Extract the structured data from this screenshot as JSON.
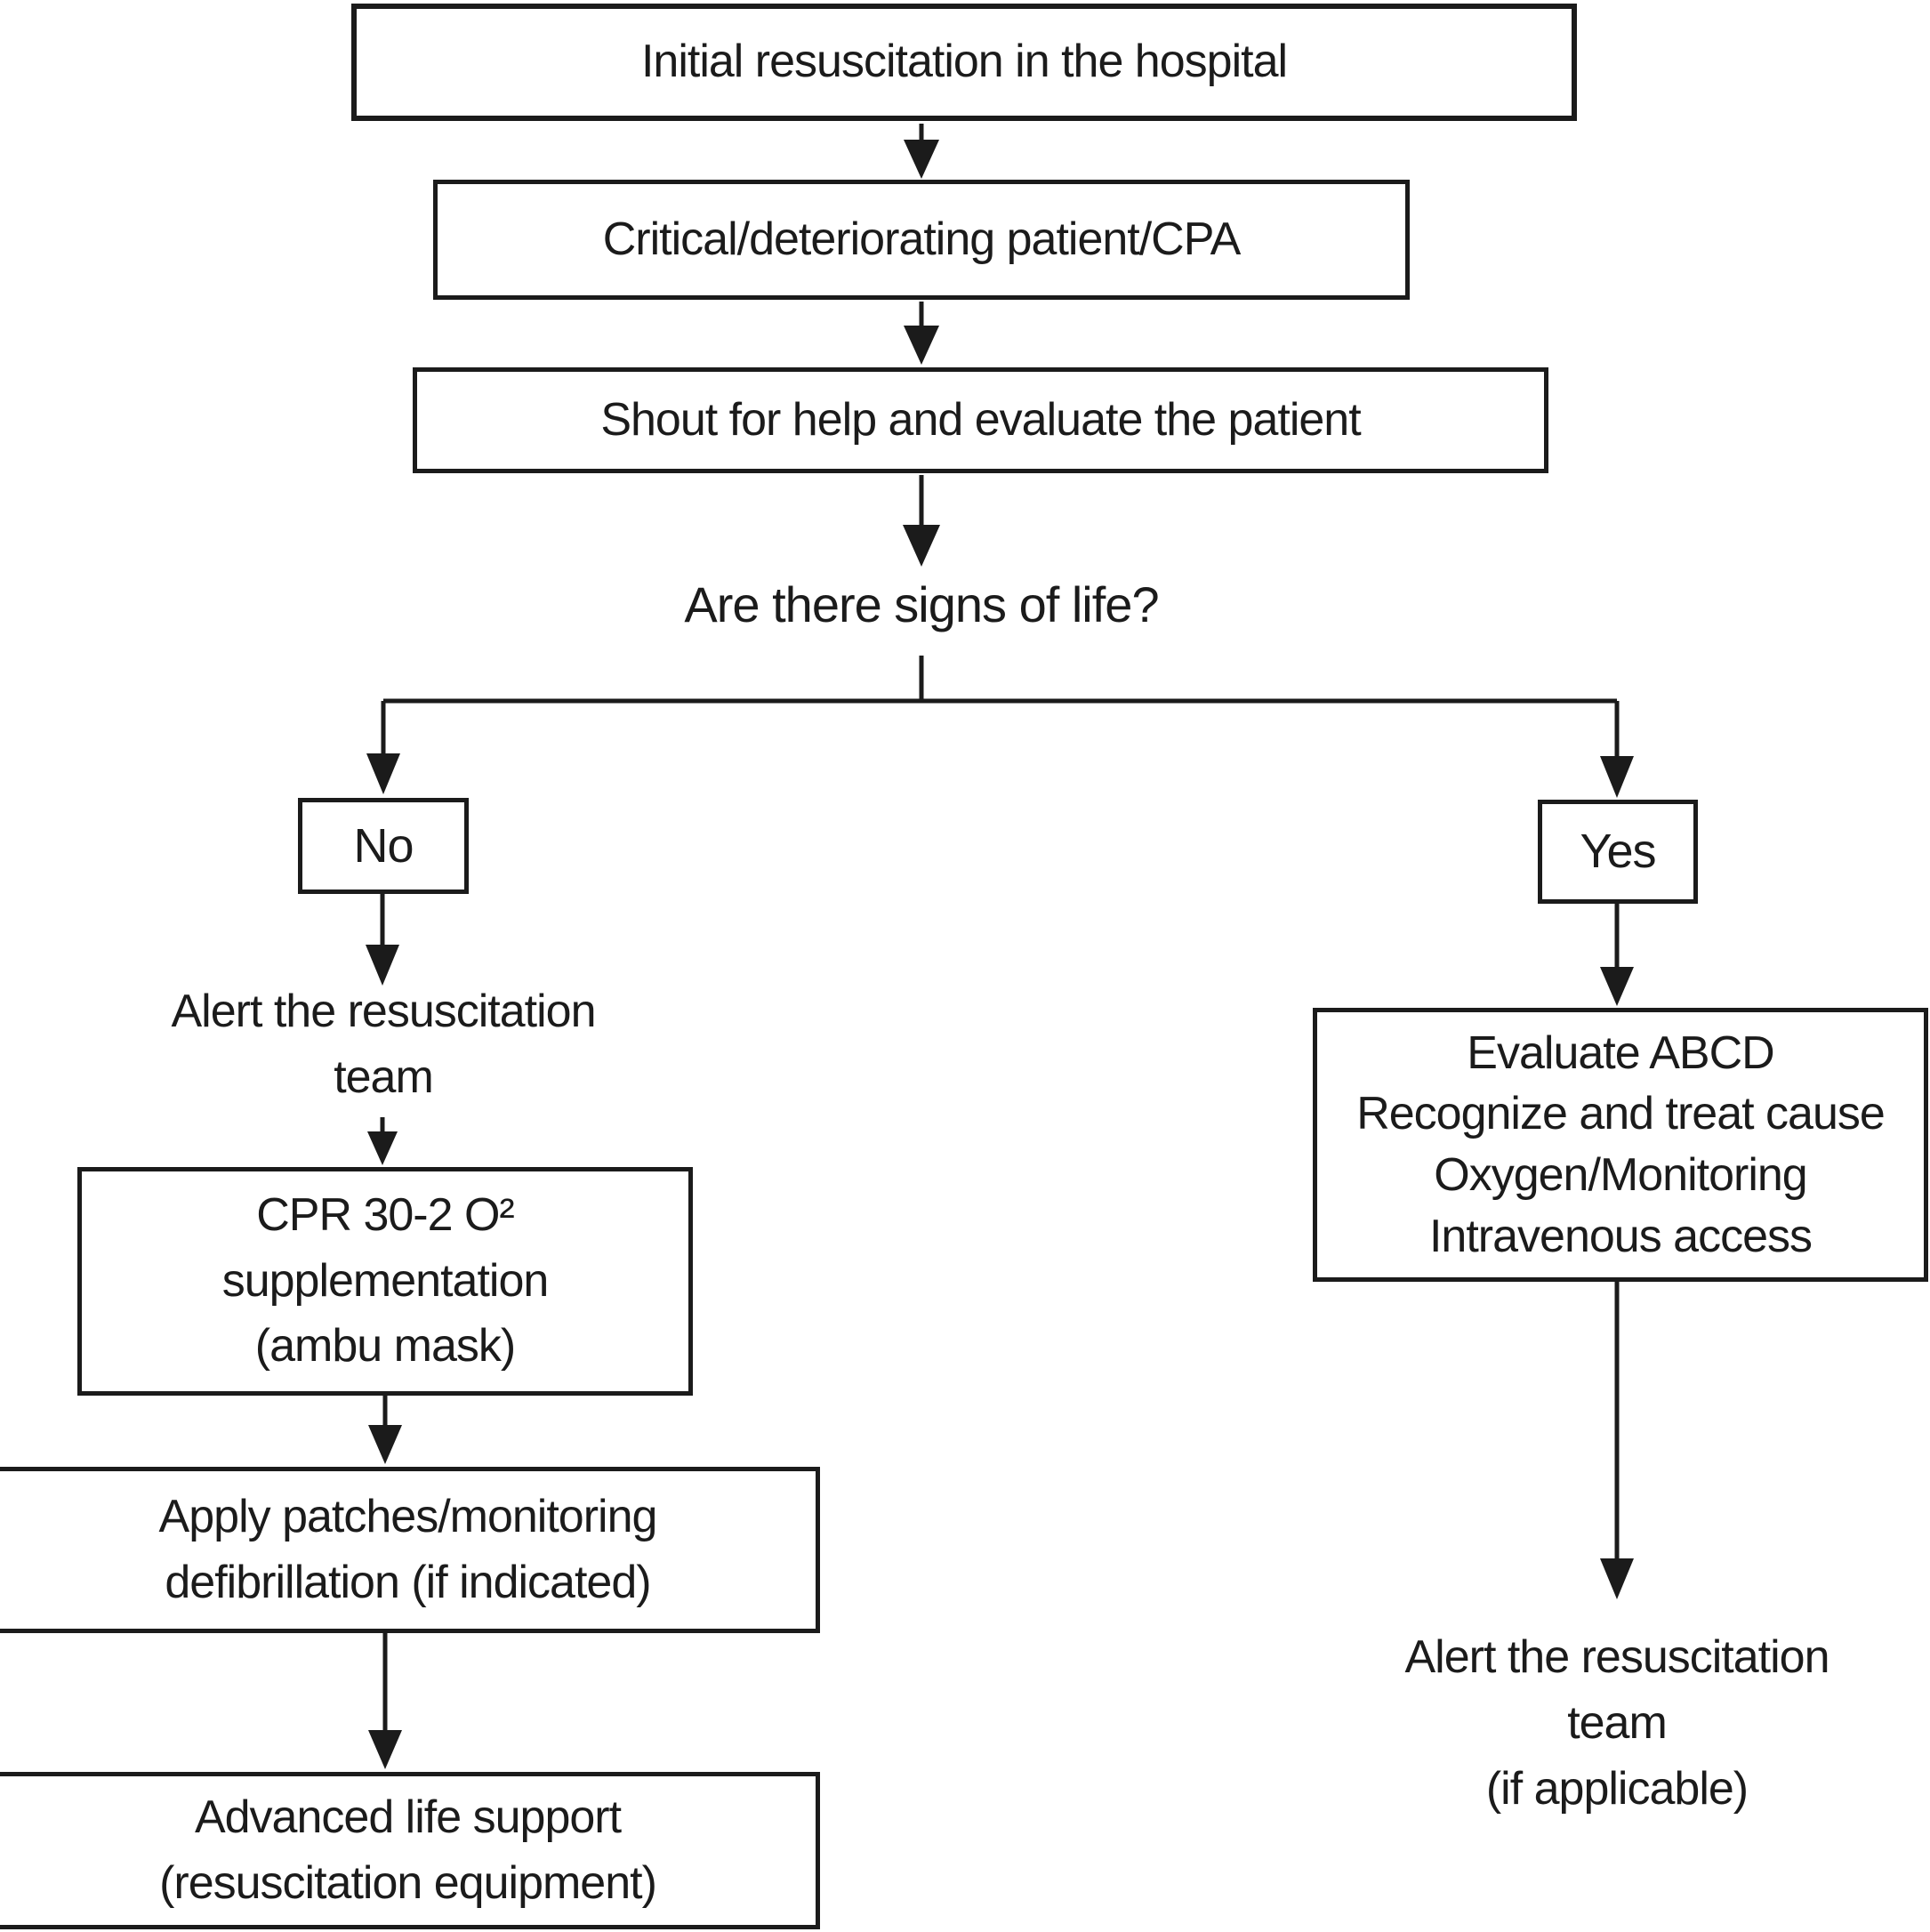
{
  "diagram": {
    "title": "Initial resuscitation in the hospital flowchart",
    "colors": {
      "ink": "#1b1b1b",
      "background": "#ffffff"
    },
    "nodes": {
      "initial": {
        "label": "Initial resuscitation in the hospital"
      },
      "critical": {
        "label": "Critical/deteriorating patient/CPA"
      },
      "shout": {
        "label": "Shout for help and evaluate the patient"
      },
      "signs": {
        "label": "Are there signs of life?"
      },
      "no": {
        "label": "No"
      },
      "yes": {
        "label": "Yes"
      },
      "alert_left": {
        "label": "Alert the resuscitation\nteam"
      },
      "cpr": {
        "label": "CPR 30-2 O²\nsupplementation\n(ambu mask)"
      },
      "apply": {
        "label": "Apply patches/monitoring\ndefibrillation (if indicated)"
      },
      "als": {
        "label": "Advanced life support\n(resuscitation equipment)"
      },
      "evaluate": {
        "label": "Evaluate ABCD\nRecognize and treat cause\nOxygen/Monitoring\nIntravenous access"
      },
      "alert_right": {
        "label": "Alert the resuscitation\nteam\n(if applicable)"
      }
    }
  }
}
